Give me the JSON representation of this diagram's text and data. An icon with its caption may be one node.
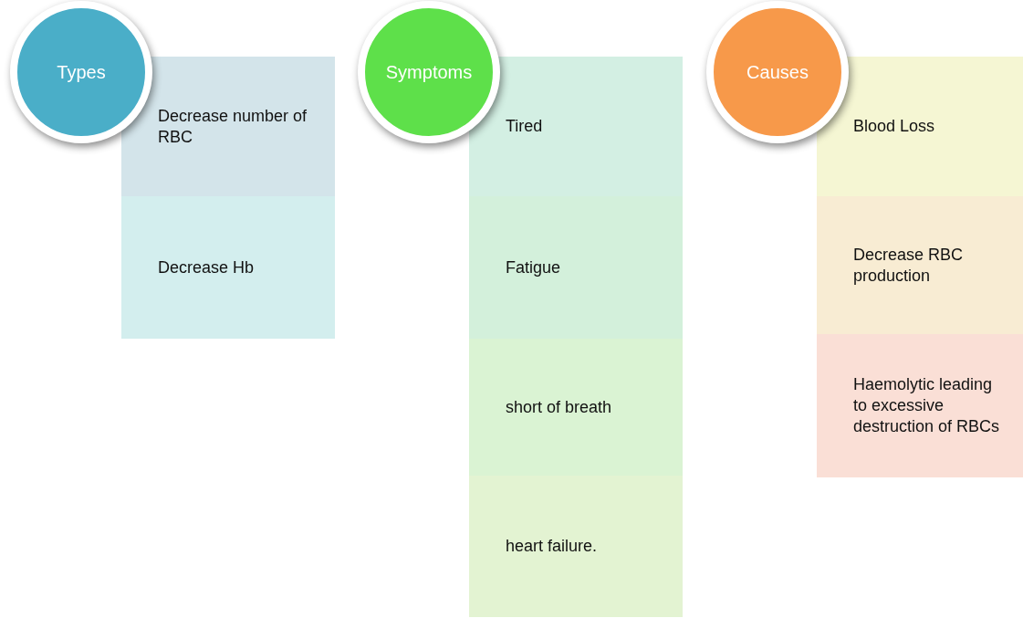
{
  "diagram": {
    "nodes": [
      {
        "text": [
          "Types"
        ]
      },
      {
        "text": [
          "Decrease number of RBC"
        ]
      },
      {
        "text": [
          "Decrease Hb"
        ]
      },
      {
        "text": [
          "Symptoms"
        ]
      },
      {
        "text": [
          "Tired"
        ]
      },
      {
        "text": [
          "Fatigue"
        ]
      },
      {
        "text": [
          "short of breath"
        ]
      },
      {
        "text": [
          "heart failure."
        ]
      },
      {
        "text": [
          "Causes"
        ]
      },
      {
        "text": [
          "Blood Loss"
        ]
      },
      {
        "text": [
          "Decrease RBC production"
        ]
      },
      {
        "text": [
          "Haemolytic leading to excessive destruction of RBCs"
        ]
      }
    ]
  }
}
